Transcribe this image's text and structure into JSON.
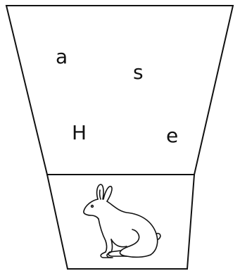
{
  "letters": {
    "a": "a",
    "s": "s",
    "H": "H",
    "e": "e"
  },
  "picture": {
    "icon": "rabbit-icon"
  }
}
